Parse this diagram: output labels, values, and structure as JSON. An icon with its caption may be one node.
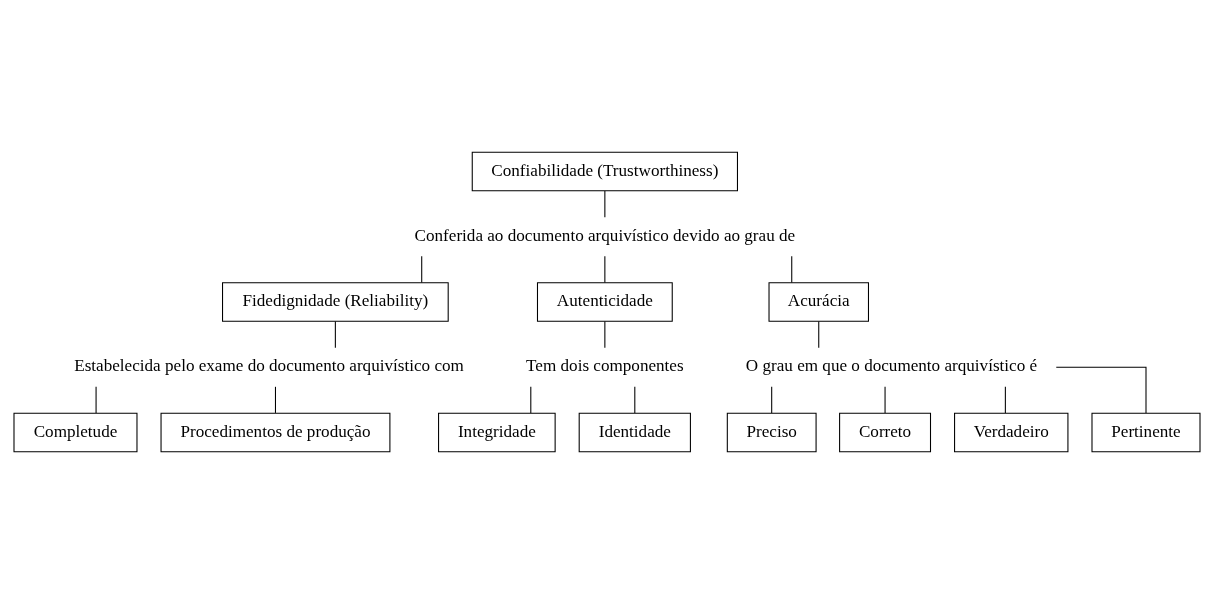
{
  "diagram": {
    "nodes": [
      {
        "text": [
          "Confiabilidade (Trustworthiness)"
        ]
      },
      {
        "text": [
          "Conferida ao documento arquivístico devido ao grau de"
        ]
      },
      {
        "text": [
          "Fidedignidade (Reliability)"
        ]
      },
      {
        "text": [
          "Autenticidade"
        ]
      },
      {
        "text": [
          "Acurácia"
        ]
      },
      {
        "text": [
          "Estabelecida pelo exame do documento arquivístico com"
        ]
      },
      {
        "text": [
          "Completude"
        ]
      },
      {
        "text": [
          "Procedimentos de produção"
        ]
      },
      {
        "text": [
          "O grau em que o documento arquivístico é"
        ]
      },
      {
        "text": [
          "Preciso"
        ]
      },
      {
        "text": [
          "Correto"
        ]
      },
      {
        "text": [
          "Verdadeiro"
        ]
      },
      {
        "text": [
          "Pertinente"
        ]
      },
      {
        "text": [
          "Tem dois componentes"
        ]
      },
      {
        "text": [
          "Integridade"
        ]
      },
      {
        "text": [
          "Identidade"
        ]
      }
    ],
    "edges": [
      {
        "from": 0,
        "to": 1,
        "arrow": "none"
      },
      {
        "from": 1,
        "to": 2,
        "arrow": "none"
      },
      {
        "from": 1,
        "to": 3,
        "arrow": "none"
      },
      {
        "from": 1,
        "to": 4,
        "arrow": "none"
      },
      {
        "from": 2,
        "to": 5,
        "arrow": "none"
      },
      {
        "from": 5,
        "to": 6,
        "arrow": "none"
      },
      {
        "from": 5,
        "to": 7,
        "arrow": "none"
      },
      {
        "from": 4,
        "to": 8,
        "arrow": "none"
      },
      {
        "from": 8,
        "to": 9,
        "arrow": "none"
      },
      {
        "from": 8,
        "to": 10,
        "arrow": "none"
      },
      {
        "from": 8,
        "to": 11,
        "arrow": "none"
      },
      {
        "from": 8,
        "to": 12,
        "arrow": "none"
      },
      {
        "from": 3,
        "to": 13,
        "arrow": "none"
      },
      {
        "from": 13,
        "to": 14,
        "arrow": "none"
      },
      {
        "from": 13,
        "to": 15,
        "arrow": "none"
      }
    ]
  }
}
